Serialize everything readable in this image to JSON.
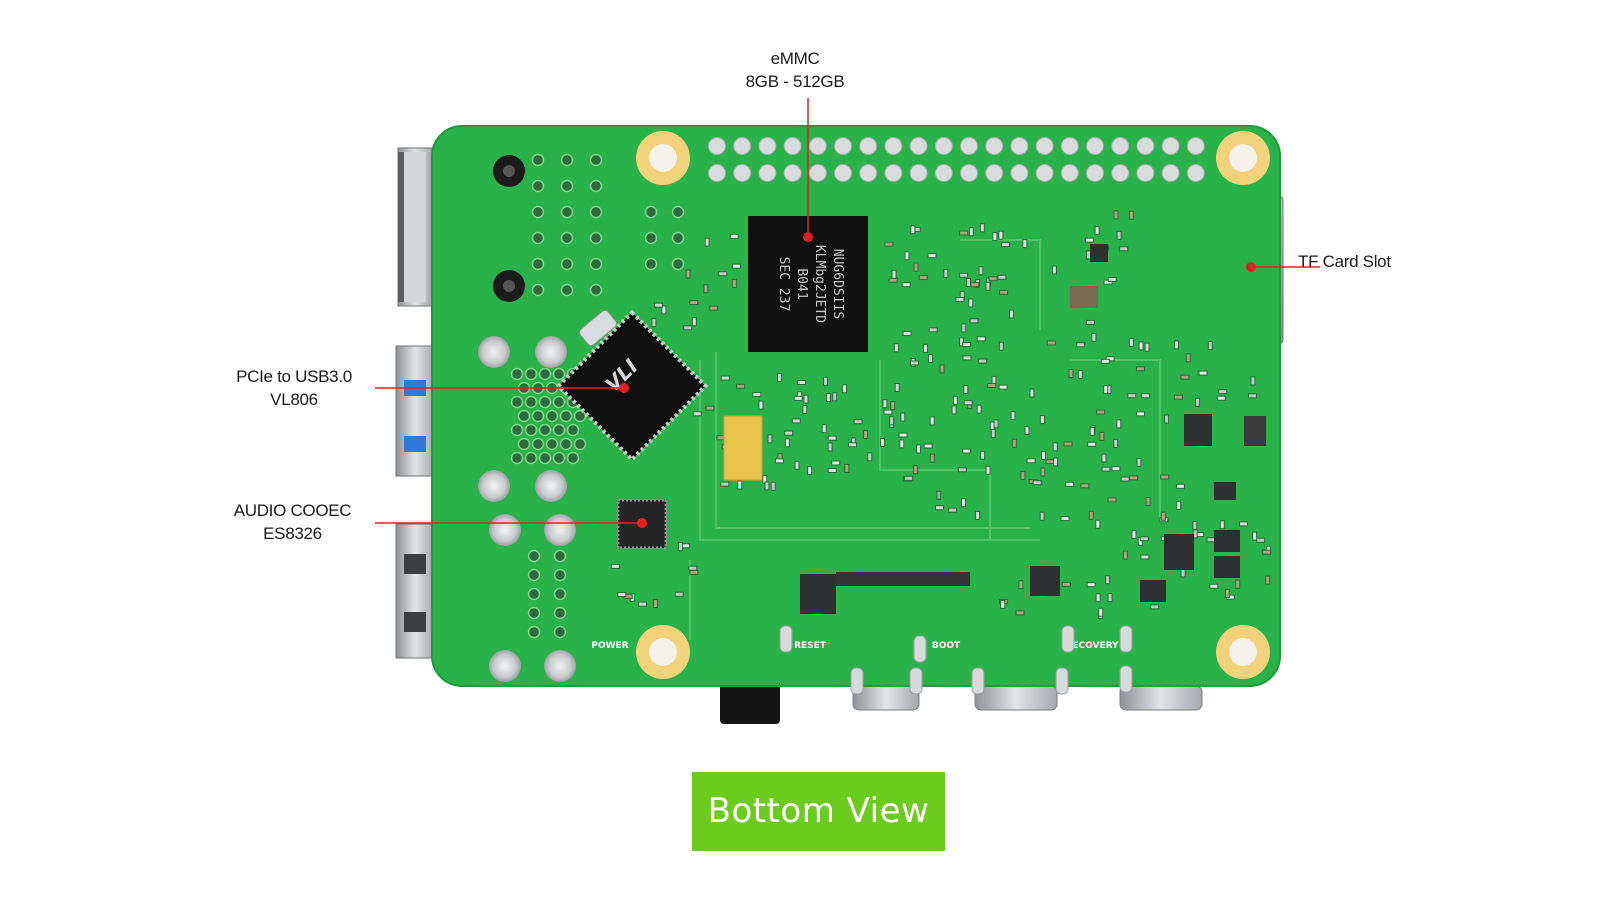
{
  "diagram": {
    "callouts": {
      "emmc": {
        "line1": "eMMC",
        "line2": "8GB - 512GB"
      },
      "pcie": {
        "line1": "PCIe to USB3.0",
        "line2": "VL806"
      },
      "audio": {
        "line1": "AUDIO COOEC",
        "line2": "ES8326"
      },
      "tf_card": {
        "line1": "TF Card Slot"
      }
    },
    "silkscreen": {
      "power": "POWER",
      "reset": "RESET",
      "boot": "BOOT",
      "recovery": "RECOVERY"
    },
    "chips": {
      "emmc_marking": [
        "SEC 237",
        "B041",
        "KLMbg2JETD",
        "NUG6DSIIS"
      ],
      "vli_logo": "VLI"
    },
    "view_label": "Bottom View",
    "colors": {
      "pcb_green": "#29b24a",
      "chip_black": "#111111",
      "callout_red": "#e02020",
      "button_green": "#6ccc1d"
    }
  }
}
